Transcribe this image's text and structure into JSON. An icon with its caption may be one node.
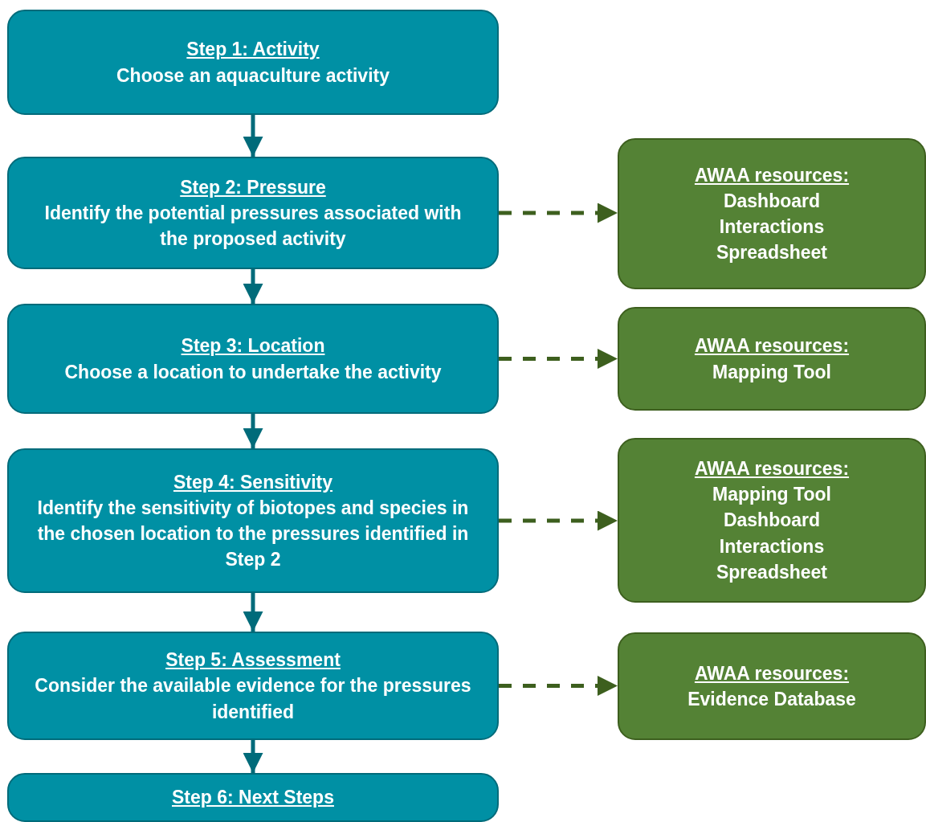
{
  "diagram": {
    "nodes": [
      {
        "text": [
          "Step 1: Activity",
          "Choose an aquaculture activity"
        ]
      },
      {
        "text": [
          "Step 2: Pressure",
          "Identify the potential pressures associated with the proposed activity"
        ]
      },
      {
        "text": [
          "AWAA resources:",
          "Dashboard",
          "Interactions",
          "Spreadsheet"
        ]
      },
      {
        "text": [
          "Step 3: Location",
          "Choose a location to undertake the activity"
        ]
      },
      {
        "text": [
          "AWAA resources:",
          "Mapping Tool"
        ]
      },
      {
        "text": [
          "Step 4: Sensitivity",
          "Identify the sensitivity of biotopes and species in the chosen location to the pressures identified in Step 2"
        ]
      },
      {
        "text": [
          "AWAA resources:",
          "Mapping Tool",
          "Dashboard",
          "Interactions",
          "Spreadsheet"
        ]
      },
      {
        "text": [
          "Step 5: Assessment",
          "Consider the available evidence for the pressures identified"
        ]
      },
      {
        "text": [
          "AWAA resources:",
          "Evidence Database"
        ]
      },
      {
        "text": [
          "Step 6: Next Steps"
        ]
      }
    ],
    "edges": [
      {
        "from": 0,
        "to": 1,
        "arrow": "to"
      },
      {
        "from": 1,
        "to": 3,
        "arrow": "to"
      },
      {
        "from": 3,
        "to": 5,
        "arrow": "to"
      },
      {
        "from": 5,
        "to": 7,
        "arrow": "to"
      },
      {
        "from": 7,
        "to": 9,
        "arrow": "to"
      },
      {
        "from": 1,
        "to": 2,
        "arrow": "to",
        "style": "dashed",
        "color": "#3d5f1e"
      },
      {
        "from": 3,
        "to": 4,
        "arrow": "to",
        "style": "dashed",
        "color": "#3d5f1e"
      },
      {
        "from": 5,
        "to": 6,
        "arrow": "to",
        "style": "dashed",
        "color": "#3d5f1e"
      },
      {
        "from": 7,
        "to": 8,
        "arrow": "to",
        "style": "dashed",
        "color": "#3d5f1e"
      }
    ]
  }
}
